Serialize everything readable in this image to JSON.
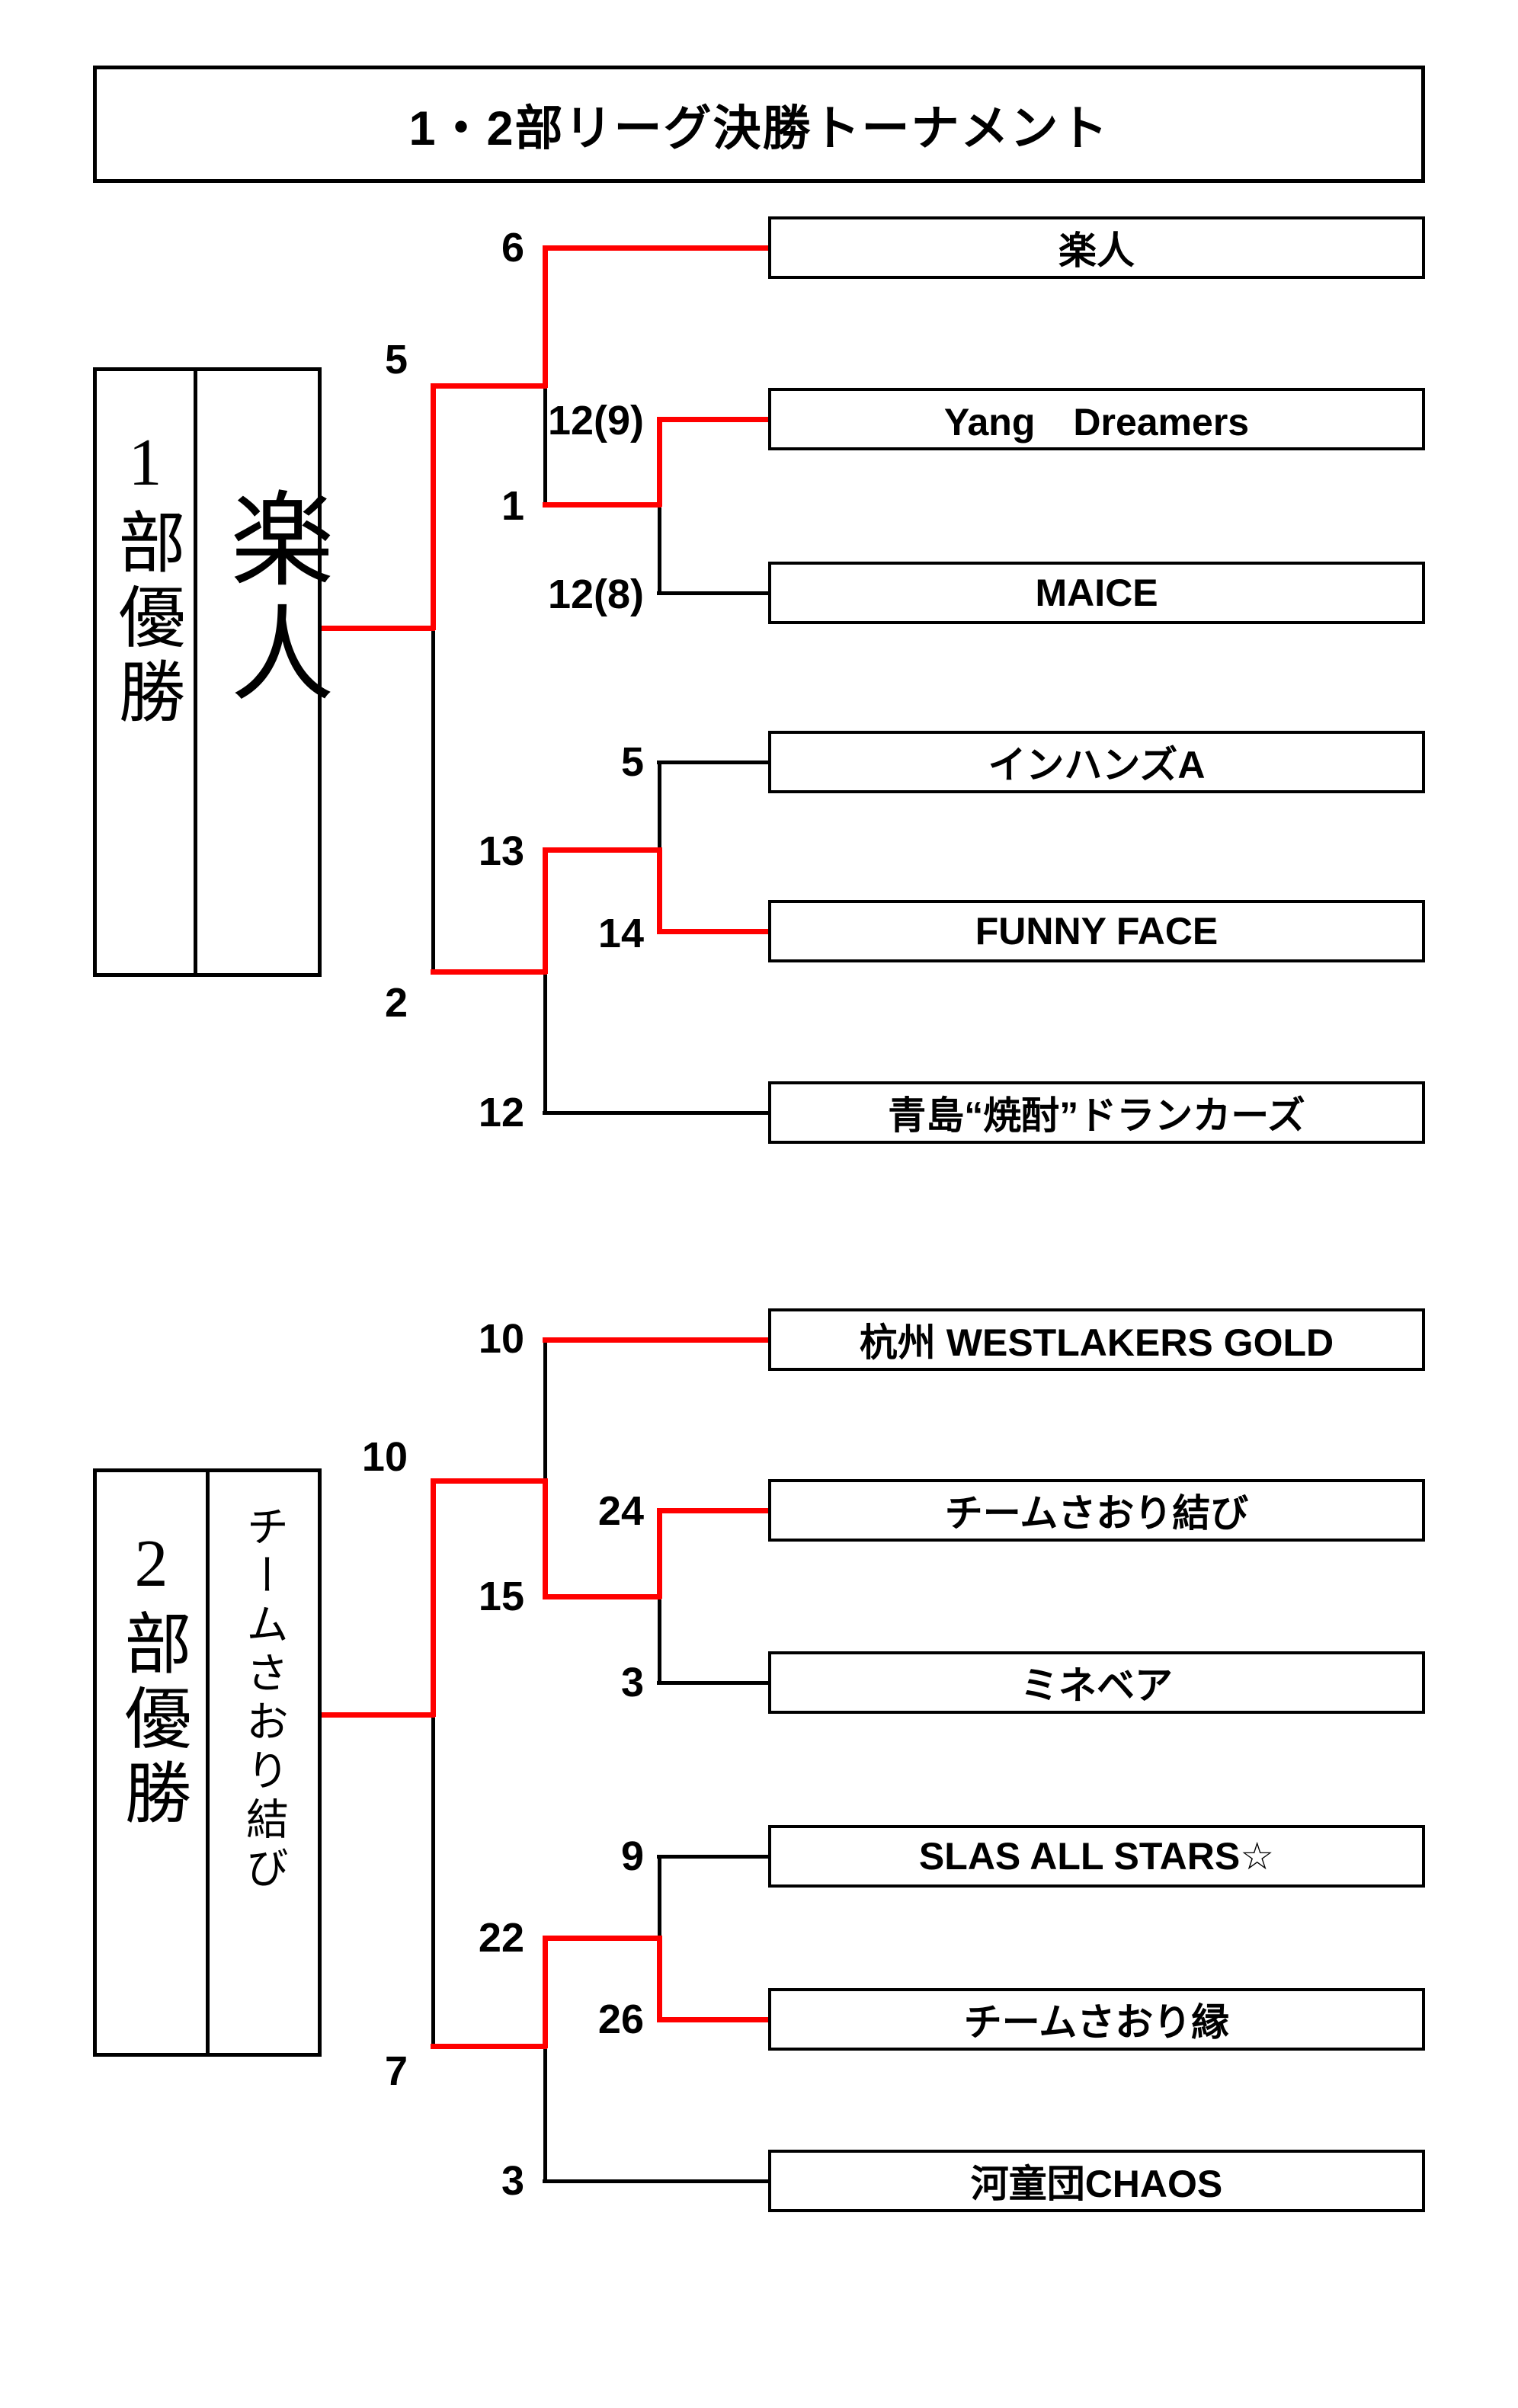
{
  "title": "1・2部リーグ決勝トーナメント",
  "colors": {
    "winner_path": "#ff0000",
    "line": "#000000",
    "background": "#ffffff"
  },
  "division1": {
    "champion_label": "1部優勝",
    "champion_name": "楽人",
    "teams": {
      "rakuto": "楽人",
      "yang_dreamers": "Yang　Dreamers",
      "maice": "MAICE",
      "inhands_a": "インハンズA",
      "funny_face": "FUNNY FACE",
      "aoshima": "青島“焼酎”ドランカーズ"
    },
    "scores": {
      "final_winner": "5",
      "final_runnerup": "2",
      "sf1_rakuto": "6",
      "sf1_yang": "1",
      "sf2_funny": "13",
      "sf2_aoshima": "12",
      "r1_yang": "12(9)",
      "r1_maice": "12(8)",
      "r1_inhands": "5",
      "r1_funny": "14"
    }
  },
  "division2": {
    "champion_label": "2部優勝",
    "champion_name": "チームさおり結び",
    "teams": {
      "hangzhou": "杭州 WESTLAKERS GOLD",
      "saori_musubi": "チームさおり結び",
      "minebea": "ミネベア",
      "slas": "SLAS ALL STARS☆",
      "saori_enishi": "チームさおり縁",
      "kappa": "河童団CHAOS"
    },
    "scores": {
      "final_winner": "10",
      "final_runnerup": "7",
      "sf1_hangzhou": "10",
      "sf1_musubi": "15",
      "sf2_enishi": "22",
      "sf2_kappa": "3",
      "r1_musubi": "24",
      "r1_minebea": "3",
      "r1_slas": "9",
      "r1_enishi": "26"
    }
  }
}
